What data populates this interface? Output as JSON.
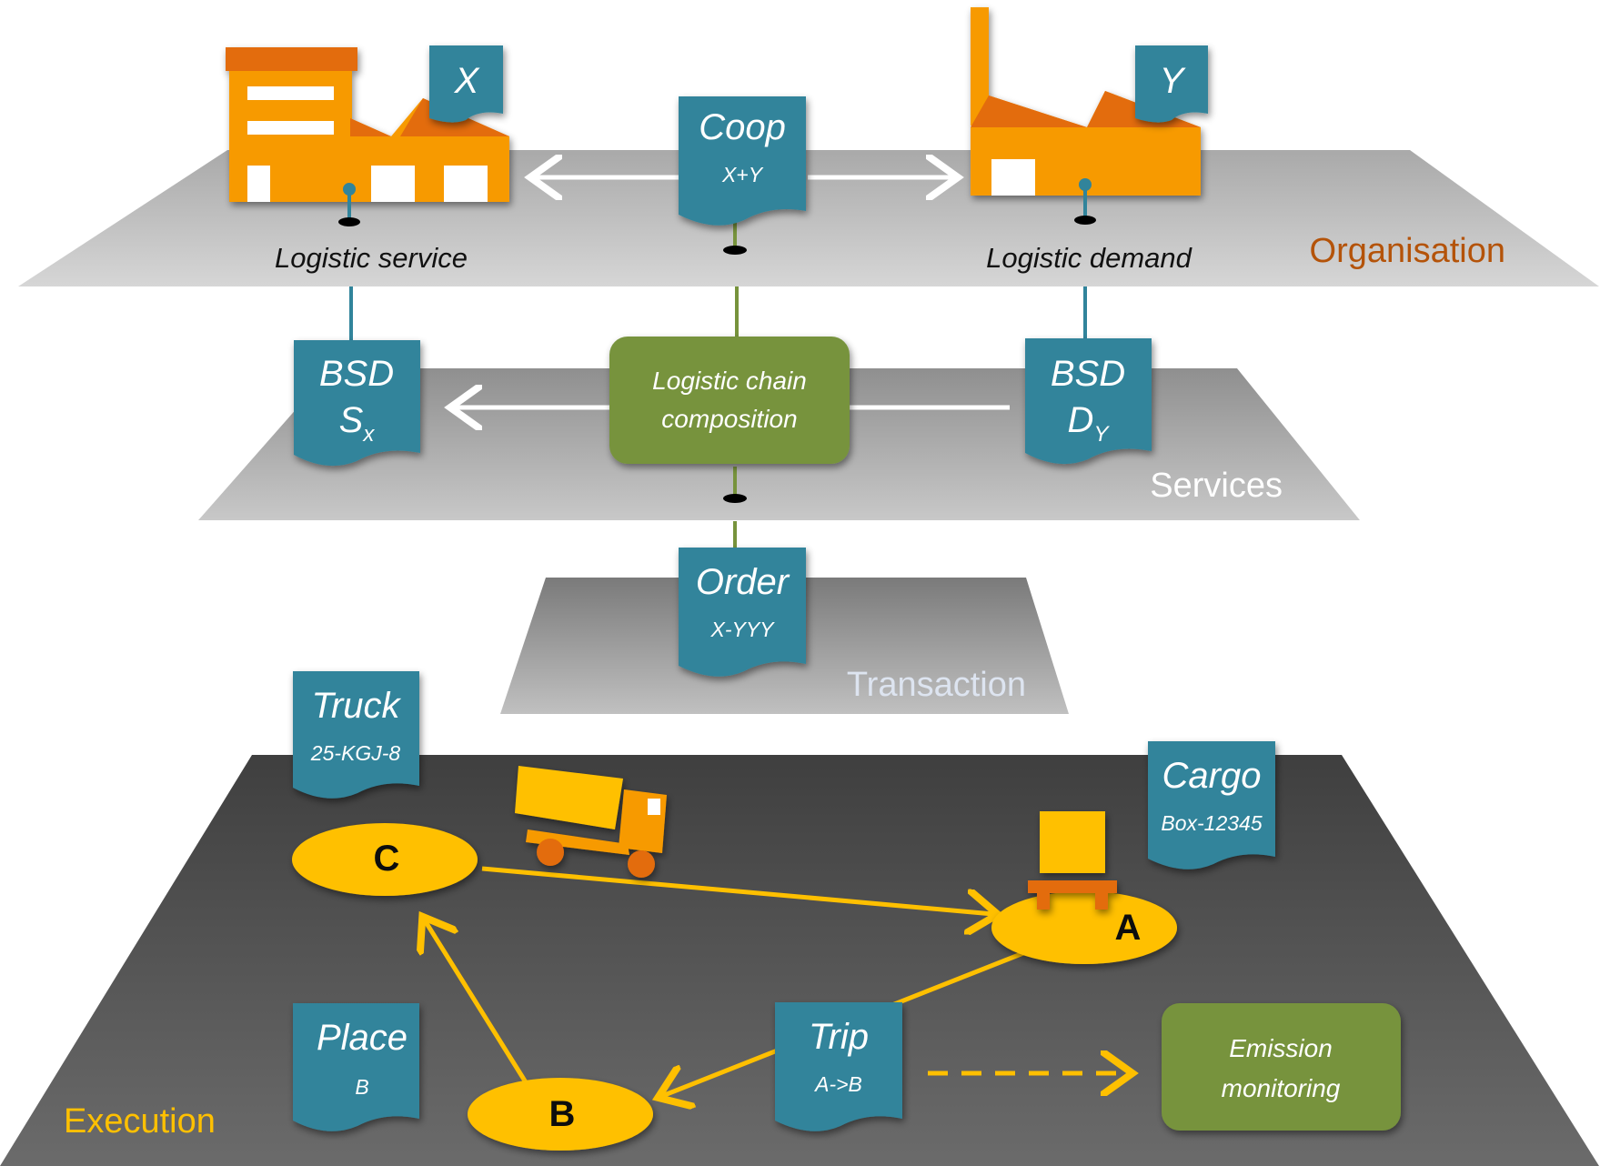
{
  "layers": {
    "organisation": "Organisation",
    "services": "Services",
    "transaction": "Transaction",
    "execution": "Execution"
  },
  "captions": {
    "logistic_service": "Logistic service",
    "logistic_demand": "Logistic demand"
  },
  "documents": {
    "x": {
      "title": "X"
    },
    "y": {
      "title": "Y"
    },
    "coop": {
      "title": "Coop",
      "sub": "X+Y"
    },
    "bsd_s": {
      "title": "BSD",
      "main": "S",
      "subscript": "x"
    },
    "bsd_d": {
      "title": "BSD",
      "main": "D",
      "subscript": "Y"
    },
    "order": {
      "title": "Order",
      "sub": "X-YYY"
    },
    "truck": {
      "title": "Truck",
      "sub": "25-KGJ-8"
    },
    "cargo": {
      "title": "Cargo",
      "sub": "Box-12345"
    },
    "place": {
      "title": "Place",
      "sub": "B"
    },
    "trip": {
      "title": "Trip",
      "sub": "A->B"
    }
  },
  "process_boxes": {
    "chain_line1": "Logistic chain",
    "chain_line2": "composition",
    "emission_line1": "Emission",
    "emission_line2": "monitoring"
  },
  "nodes": {
    "a": "A",
    "b": "B",
    "c": "C"
  },
  "colors": {
    "doc_blue": "#31849b",
    "process_green": "#77933c",
    "node_yellow": "#ffc000",
    "factory_orange": "#f79a00",
    "roof_orange": "#e36c09",
    "organisation_label": "#b45309",
    "execution_label": "#ffc000"
  }
}
